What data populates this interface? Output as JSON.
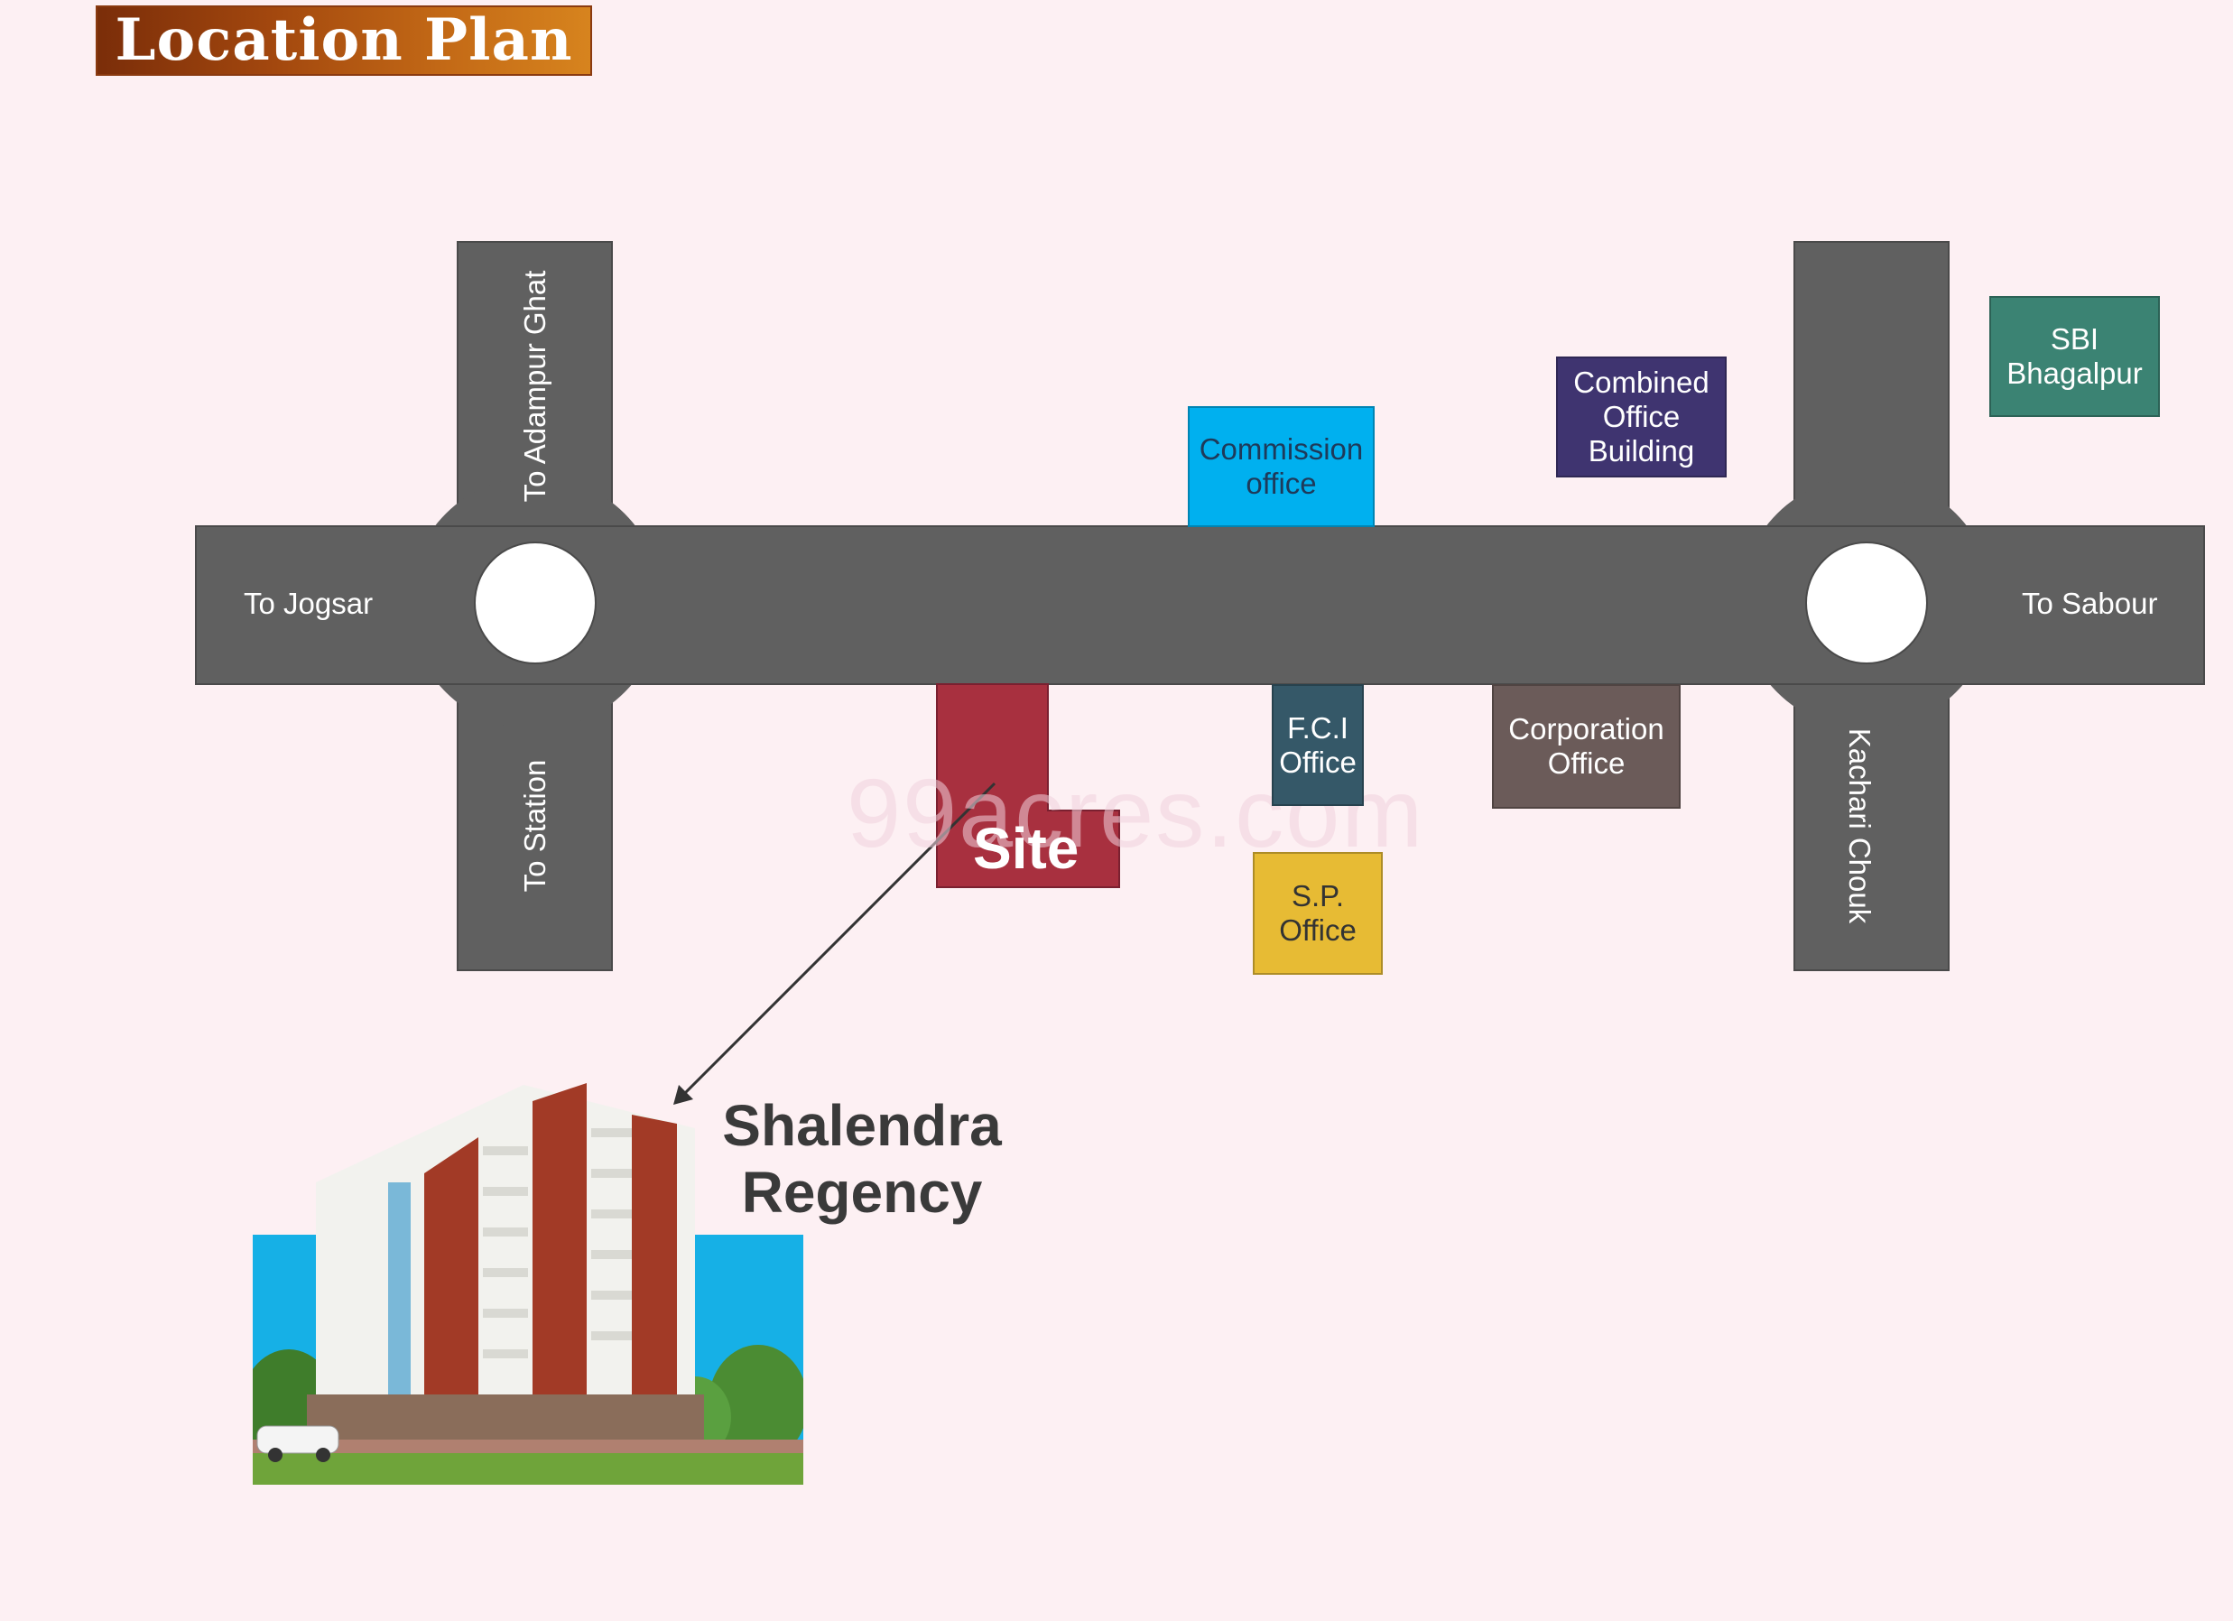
{
  "title": "Location Plan",
  "roads": {
    "west": "To Jogsar",
    "east": "To Sabour",
    "north_left": "To Adampur Ghat",
    "south_left": "To Station",
    "south_right": "Kachari Chouk"
  },
  "landmarks": {
    "commission": {
      "label": "Commission\noffice",
      "color": "#00b0ef"
    },
    "combined": {
      "label": "Combined\nOffice\nBuilding",
      "color": "#3f3470"
    },
    "sbi": {
      "label": "SBI\nBhagalpur",
      "color": "#3b8373"
    },
    "fci": {
      "label": "F.C.I\nOffice",
      "color": "#355868"
    },
    "corporation": {
      "label": "Corporation\nOffice",
      "color": "#6b5b59"
    },
    "sp": {
      "label": "S.P.\nOffice",
      "color": "#e7bb34"
    }
  },
  "site": {
    "label": "Site",
    "color": "#a8303f"
  },
  "project": {
    "name": "Shalendra\nRegency"
  },
  "watermark": "99acres.com",
  "colors": {
    "road": "#606060",
    "background": "#fdf0f3"
  }
}
